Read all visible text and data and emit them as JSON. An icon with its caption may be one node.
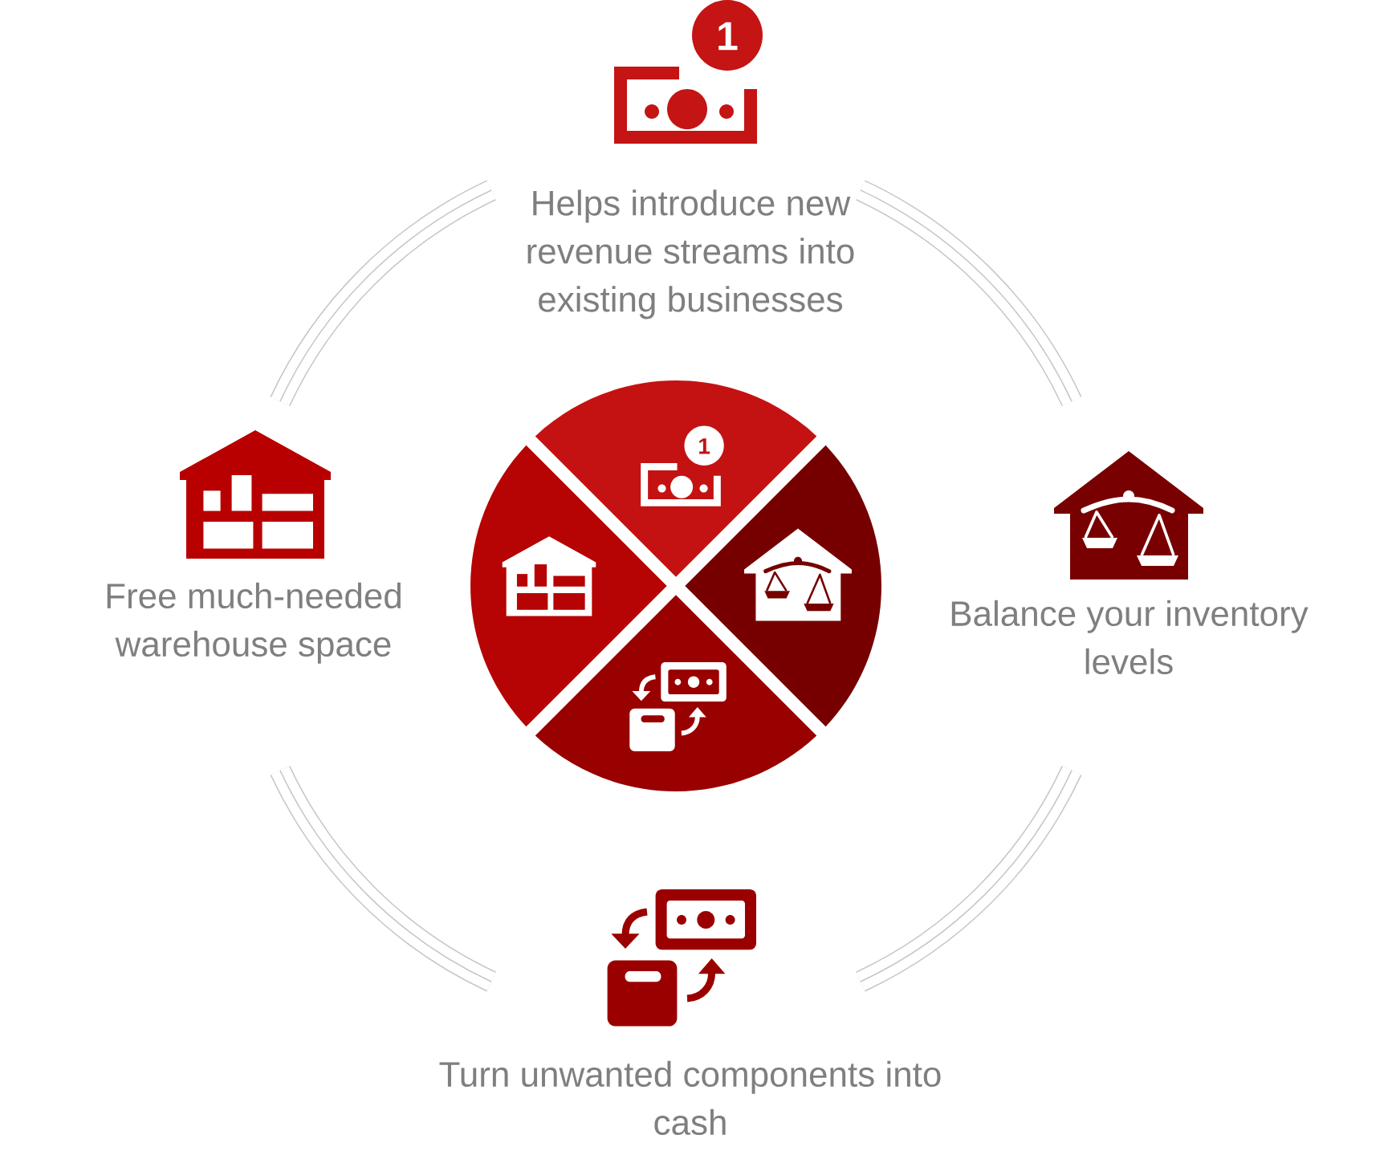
{
  "diagram": {
    "nodes": [
      {
        "text": [
          "Helps introduce new revenue streams into existing businesses"
        ]
      },
      {
        "text": [
          "Free much-needed warehouse space"
        ]
      },
      {
        "text": [],
        "shape": "wedge"
      },
      {
        "text": [],
        "shape": "wedge"
      },
      {
        "text": [],
        "shape": "wedge"
      },
      {
        "text": [],
        "shape": "wedge"
      },
      {
        "text": [
          "Balance your inventory levels"
        ]
      },
      {
        "text": [
          "Turn unwanted components into cash"
        ]
      }
    ],
    "labels": [
      "1",
      "1"
    ]
  }
}
